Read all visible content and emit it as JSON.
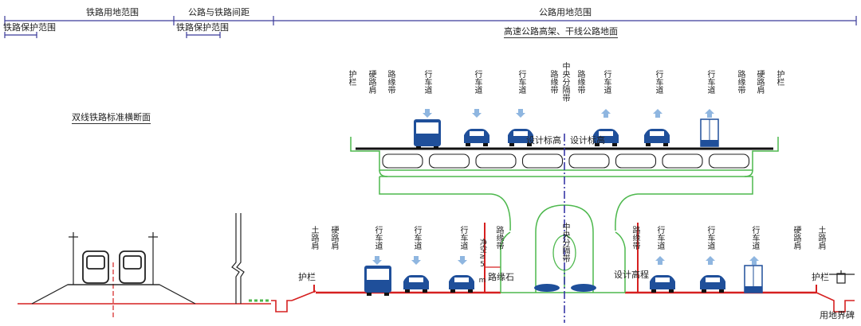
{
  "colors": {
    "line_blue": "#3a3a9a",
    "green": "#4db84d",
    "red": "#d62020",
    "arrow_blue": "#8fb6e0",
    "vehicle_blue": "#1f4f9a",
    "center_line": "#2a2aa0"
  },
  "top_labels": {
    "railway_land": "铁路用地范围",
    "road_rail_gap": "公路与铁路间距",
    "road_land": "公路用地范围",
    "rail_protect_1": "铁路保护范围",
    "rail_protect_2": "铁路保护范围",
    "elevated_title": "高速公路高架、干线公路地面"
  },
  "rail_title": "双线铁路标准横断面",
  "upper_lanes": [
    {
      "text": "护栏"
    },
    {
      "text": "硬路肩"
    },
    {
      "text": "路缘带"
    },
    {
      "text": "行车道"
    },
    {
      "text": "行车道"
    },
    {
      "text": "行车道"
    },
    {
      "text": "路缘带"
    },
    {
      "text": "中央分隔带"
    },
    {
      "text": "路缘带"
    },
    {
      "text": "行车道"
    },
    {
      "text": "行车道"
    },
    {
      "text": "行车道"
    },
    {
      "text": "路缘带"
    },
    {
      "text": "硬路肩"
    },
    {
      "text": "护栏"
    }
  ],
  "upper_design_left": "设计标高",
  "upper_design_right": "设计标高",
  "lower_lanes": [
    {
      "text": "土路肩"
    },
    {
      "text": "硬路肩"
    },
    {
      "text": "行车道"
    },
    {
      "text": "行车道"
    },
    {
      "text": "行车道"
    },
    {
      "text": "路缘带"
    },
    {
      "text": "中央分隔带"
    },
    {
      "text": "路缘带"
    },
    {
      "text": "行车道"
    },
    {
      "text": "行车道"
    },
    {
      "text": "行车道"
    },
    {
      "text": "硬路肩"
    },
    {
      "text": "土路肩"
    }
  ],
  "clearance": "净空≥5 m",
  "curb": "路缘石",
  "lower_design": "设计高程",
  "guardrail_left": "护栏",
  "guardrail_right": "护栏",
  "land_boundary": "用地界碑"
}
